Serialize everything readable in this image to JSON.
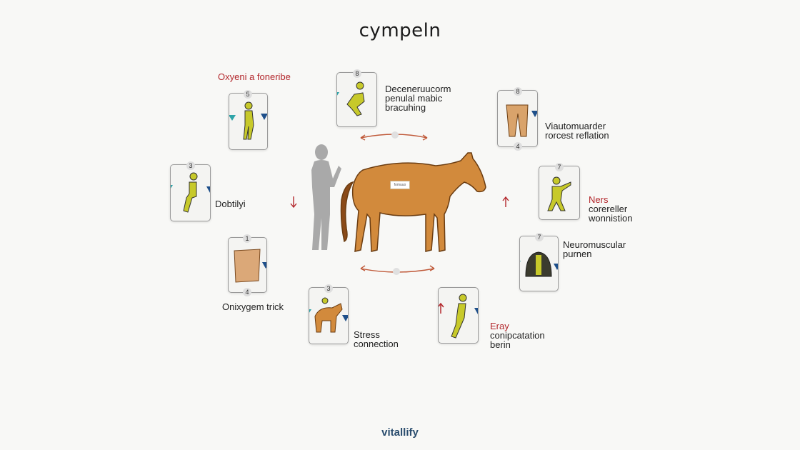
{
  "title": "cympeln",
  "brand": "vitallify",
  "hero": {
    "tag": "fomuuo"
  },
  "labels": [
    {
      "lines": [
        "Oxyeni a foneribe"
      ],
      "accent": "Oxyeni"
    },
    {
      "lines": [
        "Deceneruucorm",
        "penulal mabic",
        "bracuhing"
      ],
      "accent": ""
    },
    {
      "lines": [
        "Viautomuarder",
        "rorcest reflation"
      ],
      "accent": "V"
    },
    {
      "lines": [
        "Dobtilyi"
      ],
      "accent": ""
    },
    {
      "lines": [
        "Ners",
        "corereller",
        "wonnistion"
      ],
      "accent": "Ners"
    },
    {
      "lines": [
        "Neuromuscular",
        "purnen"
      ],
      "accent": ""
    },
    {
      "lines": [
        "Onixygem trick"
      ],
      "accent": "O"
    },
    {
      "lines": [
        "Stress",
        "connection"
      ],
      "accent": ""
    },
    {
      "lines": [
        "Eray",
        "conipcatation",
        "berin"
      ],
      "accent": "Eray"
    }
  ],
  "cards": [
    {
      "top": "5",
      "bottom": ""
    },
    {
      "top": "8",
      "bottom": ""
    },
    {
      "top": "8",
      "bottom": "4"
    },
    {
      "top": "3",
      "bottom": ""
    },
    {
      "top": "7",
      "bottom": ""
    },
    {
      "top": "7",
      "bottom": ""
    },
    {
      "top": "1",
      "bottom": "4"
    },
    {
      "top": "3",
      "bottom": ""
    },
    {
      "top": "",
      "bottom": ""
    }
  ],
  "connectors": {
    "top": "5",
    "bottom": "0"
  },
  "colors": {
    "horse": "#d28a3c",
    "figure": "#c7c92a",
    "teal": "#2ea4a8",
    "navy": "#1e4f8a",
    "red": "#b3282d"
  }
}
